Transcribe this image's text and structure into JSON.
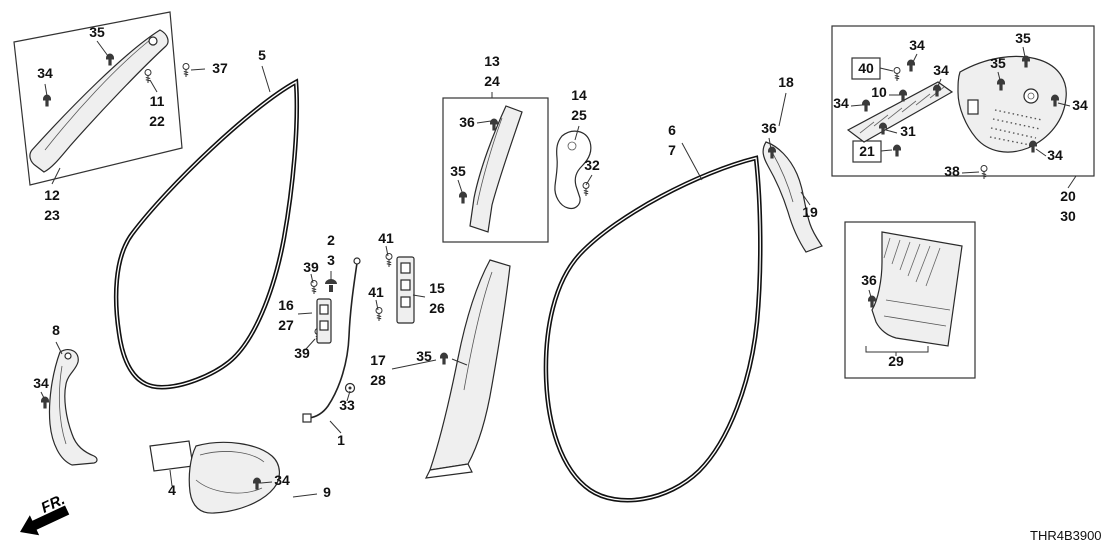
{
  "diagram": {
    "code": "THR4B3900",
    "direction_label": "FR."
  },
  "labels": [
    "34",
    "35",
    "37",
    "11",
    "22",
    "12",
    "23",
    "5",
    "13",
    "24",
    "36",
    "35",
    "14",
    "25",
    "32",
    "6",
    "7",
    "18",
    "36",
    "19",
    "40",
    "34",
    "35",
    "35",
    "34",
    "10",
    "34",
    "34",
    "31",
    "21",
    "38",
    "34",
    "20",
    "30",
    "2",
    "3",
    "39",
    "41",
    "41",
    "16",
    "27",
    "15",
    "26",
    "39",
    "17",
    "28",
    "35",
    "33",
    "1",
    "8",
    "34",
    "4",
    "34",
    "9",
    "36",
    "29"
  ]
}
